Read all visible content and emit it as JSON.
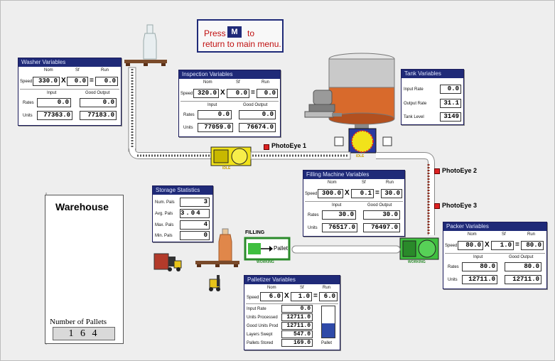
{
  "menu": {
    "press": "Press",
    "key": "M",
    "to": "to",
    "line2": "return to main menu."
  },
  "washer": {
    "title": "Washer Variables",
    "nom_label": "Nom",
    "sf_label": "Sf",
    "run_label": "Run",
    "speed_label": "Speed",
    "speed_nom": "330.0",
    "speed_sf": "0.0",
    "speed_run": "0.0",
    "input_label": "Input",
    "good_output_label": "Good Output",
    "rates_label": "Rates",
    "rates_input": "0.0",
    "rates_output": "0.0",
    "units_label": "Units",
    "units_input": "77363.0",
    "units_output": "77183.0"
  },
  "inspection": {
    "title": "Inspection Variables",
    "nom_label": "Nom",
    "sf_label": "Sf",
    "run_label": "Run",
    "speed_label": "Speed",
    "speed_nom": "320.0",
    "speed_sf": "0.0",
    "speed_run": "0.0",
    "input_label": "Input",
    "good_output_label": "Good Output",
    "rates_label": "Rates",
    "rates_input": "0.0",
    "rates_output": "0.0",
    "units_label": "Units",
    "units_input": "77059.0",
    "units_output": "76674.0"
  },
  "tank": {
    "title": "Tank Variables",
    "input_rate_label": "Input Rate",
    "input_rate": "0.0",
    "output_rate_label": "Output Rate",
    "output_rate": "31.1",
    "level_label": "Tank Level",
    "level": "3149"
  },
  "filling": {
    "title": "Filling Machine Variables",
    "nom_label": "Nom",
    "sf_label": "Sf",
    "run_label": "Run",
    "speed_label": "Speed",
    "speed_nom": "300.0",
    "speed_sf": "0.1",
    "speed_run": "30.0",
    "input_label": "Input",
    "good_output_label": "Good Output",
    "rates_label": "Rates",
    "rates_input": "30.0",
    "rates_output": "30.0",
    "units_label": "Units",
    "units_input": "76517.0",
    "units_output": "76497.0"
  },
  "storage": {
    "title": "Storage Statistics",
    "num_label": "Num. Pals",
    "num": "3",
    "avg_label": "Avg. Pals",
    "avg": "3.04",
    "max_label": "Max. Pals",
    "max": "4",
    "min_label": "Min. Pals",
    "min": "0"
  },
  "packer": {
    "title": "Packer Variables",
    "nom_label": "Nom",
    "sf_label": "Sf",
    "run_label": "Run",
    "speed_label": "Speed",
    "speed_nom": "80.0",
    "speed_sf": "1.0",
    "speed_run": "80.0",
    "input_label": "Input",
    "good_output_label": "Good Output",
    "rates_label": "Rates",
    "rates_input": "80.0",
    "rates_output": "80.0",
    "units_label": "Units",
    "units_input": "12711.0",
    "units_output": "12711.0"
  },
  "palletizer": {
    "title": "Palletizer Variables",
    "nom_label": "Nom",
    "sf_label": "Sf",
    "run_label": "Run",
    "speed_label": "Speed",
    "speed_nom": "6.0",
    "speed_sf": "1.0",
    "speed_run": "6.0",
    "input_rate_label": "Input Rate",
    "input_rate": "0.0",
    "processed_label": "Units Processed",
    "processed": "12711.0",
    "good_label": "Good Units Prod",
    "good": "12711.0",
    "layers_label": "Layers Swept",
    "layers": "547.0",
    "stored_label": "Pallets Stored",
    "stored": "169.0",
    "pallet_label": "Pallet",
    "pallet_fill": 0.45
  },
  "warehouse": {
    "title": "Warehouse",
    "pallets_label": "Number of Pallets",
    "pallets": "1 6 4"
  },
  "photoeyes": {
    "eye1": "PhotoEye 1",
    "eye2": "PhotoEye 2",
    "eye3": "PhotoEye 3"
  },
  "machines": {
    "filling_text": "FILLING",
    "pallet_text": "Pallet",
    "working": "WORKING",
    "idle": "IDLE"
  },
  "colors": {
    "title_bar": "#1f2a78",
    "tank_liquid": "#d86a2c",
    "machine_yellow": "#f1e21a",
    "machine_green": "#3fbf3f",
    "photoeye": "#dd2222"
  }
}
